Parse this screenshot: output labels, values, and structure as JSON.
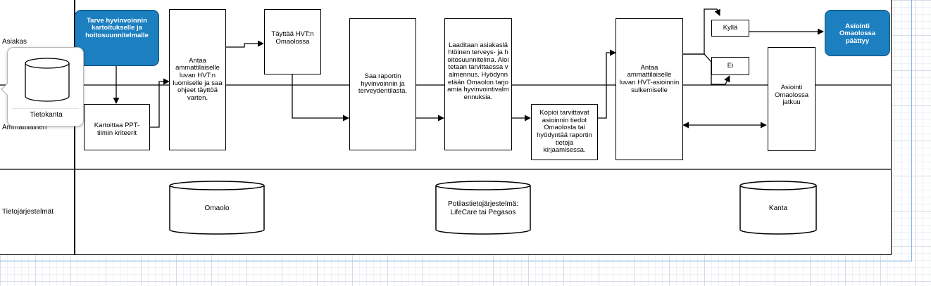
{
  "lanes": {
    "asiakas": "Asiakas",
    "ammattilainen": "Ammattilainen",
    "tietojarjestelmat": "Tietojärjestelmät"
  },
  "steps": {
    "tarve": "Tarve hyvinvoinnin kartoitukselle ja hoitosuunnitelmalle",
    "kartoittaa": "Kartoittaa PPT-tiimin kriteerit",
    "antaa_luvan": "Antaa ammattilaiselle luvan HVT:n luomiselle ja saa ohjeet täyttöä varten.",
    "tayttaa": "Täyttää HVT:n Omaolossa",
    "saa_raportin": "Saa raportin hyvinvoinnin ja terveydentilasta.",
    "laaditaan": "Laaditaan asiakaslähtöinen terveys- ja hoitosuunnitelma. Aloitetaan tarvittaessa valmennus. Hyödynnetään Omaolon tarjoamia hyvinvointivalmennuksia.",
    "kopioi": "Kopioi tarvittavat asioinnin tiedot Omaolosta tai hyödyntää raportin tietoja kirjaamisessa.",
    "antaa_sulkemiselle": "Antaa ammattilaiselle luvan HVT-asioinnin sulkemiselle",
    "kylla": "Kyllä",
    "ei": "Ei",
    "paattyy": "Asiointi Omaolossa päättyy",
    "jatkuu": "Asiointi Omaolossa jatkuu"
  },
  "databases": {
    "omaolo": "Omaolo",
    "potilastieto": "Potilastietojärjestelmä: LifeCare tai Pegasos",
    "kanta": "Kanta"
  },
  "tooltip": {
    "label": "Tietokanta"
  },
  "colors": {
    "terminal_fill": "#1c7fc0",
    "line": "#000000",
    "grid": "#d6dde6",
    "page_guide": "#7fb4e6"
  }
}
